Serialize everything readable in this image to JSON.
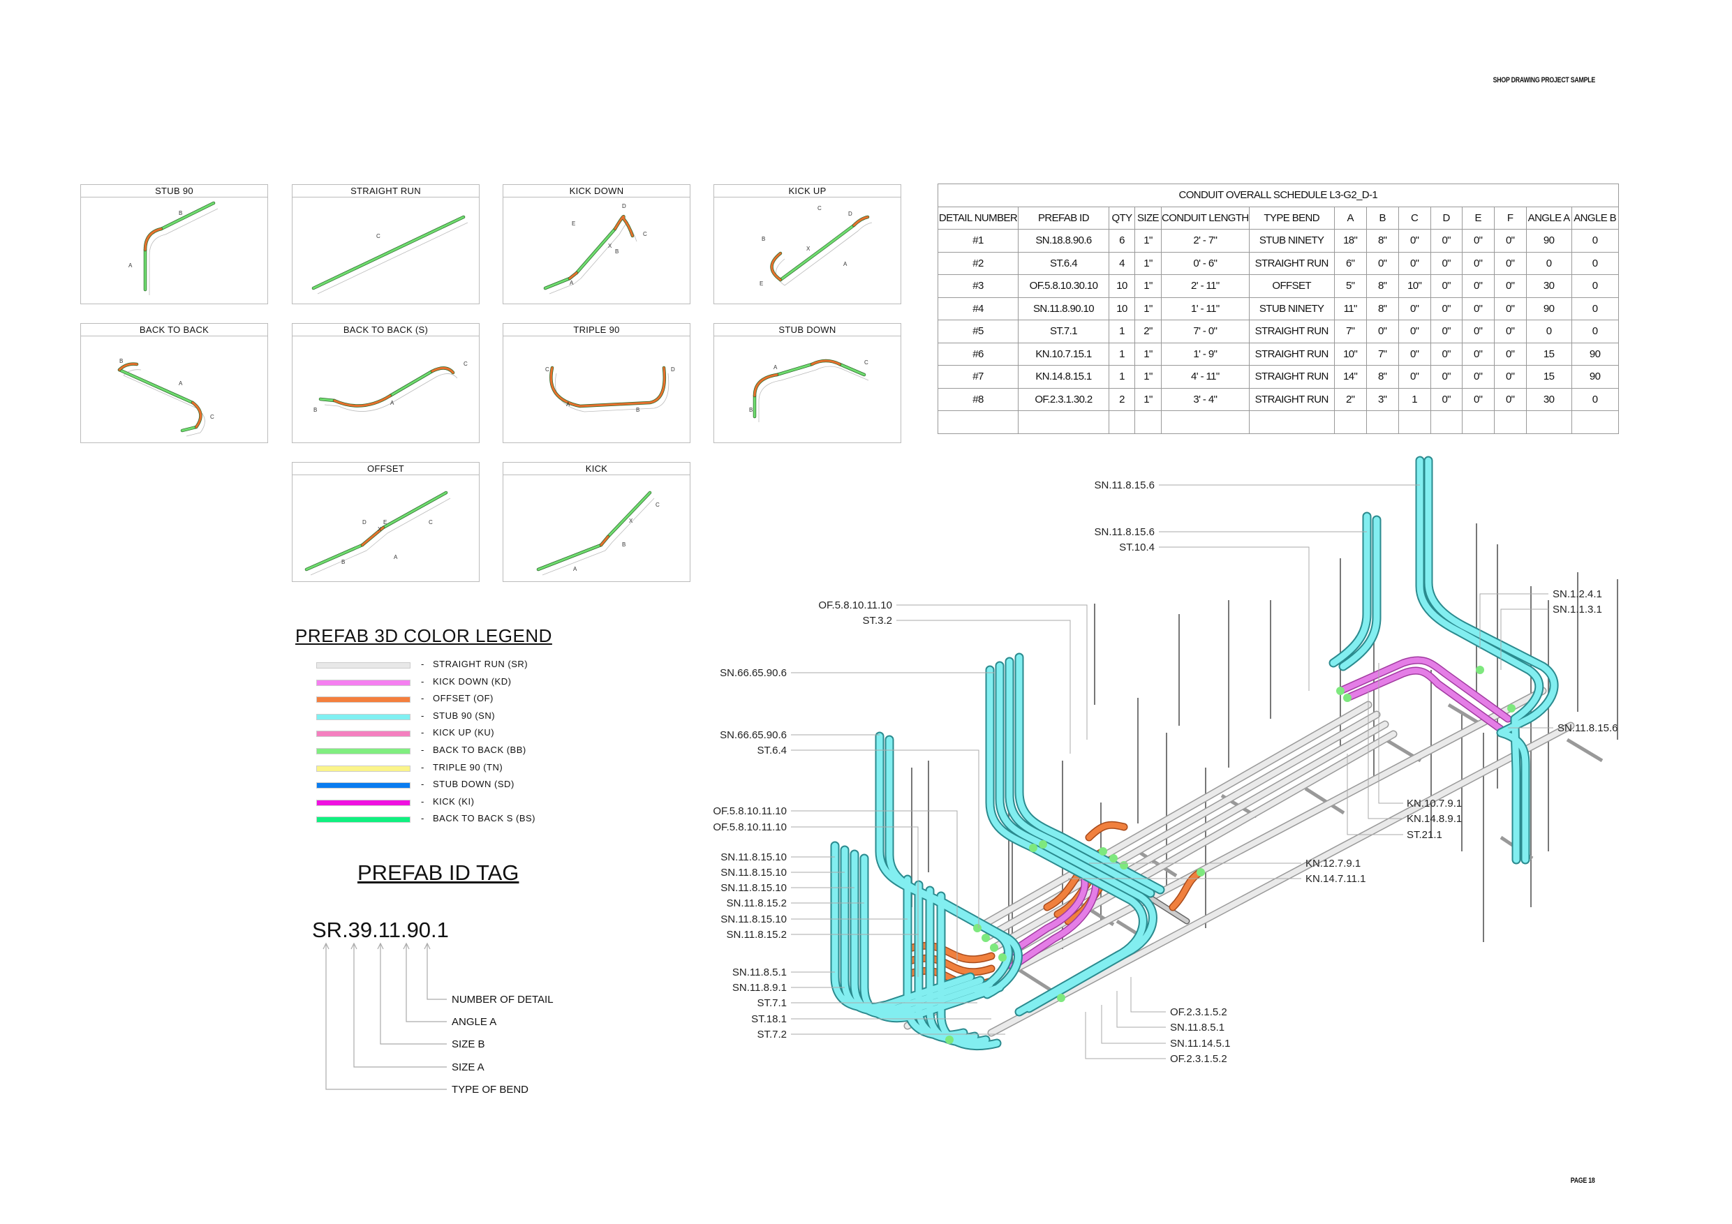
{
  "header": {
    "project": "SHOP DRAWING PROJECT SAMPLE",
    "page": "PAGE 18"
  },
  "thumbnails": [
    {
      "title": "STUB 90",
      "dims": [
        "A",
        "B"
      ]
    },
    {
      "title": "STRAIGHT RUN",
      "dims": [
        "C"
      ]
    },
    {
      "title": "KICK DOWN",
      "dims": [
        "D",
        "E",
        "C",
        "X",
        "B",
        "A"
      ]
    },
    {
      "title": "KICK UP",
      "dims": [
        "C",
        "D",
        "B",
        "X",
        "E",
        "A"
      ]
    },
    {
      "title": "BACK TO BACK",
      "dims": [
        "B",
        "A",
        "C"
      ]
    },
    {
      "title": "BACK TO BACK (S)",
      "dims": [
        "C",
        "B",
        "A"
      ]
    },
    {
      "title": "TRIPLE 90",
      "dims": [
        "C",
        "D",
        "A",
        "B"
      ]
    },
    {
      "title": "STUB DOWN",
      "dims": [
        "A",
        "C",
        "B"
      ]
    },
    {
      "title": "OFFSET",
      "dims": [
        "D",
        "E",
        "C",
        "X",
        "B",
        "A"
      ]
    },
    {
      "title": "KICK",
      "dims": [
        "C",
        "X",
        "B",
        "A"
      ]
    }
  ],
  "schedule": {
    "title": "CONDUIT OVERALL SCHEDULE L3-G2_D-1",
    "columns": [
      "DETAIL NUMBER",
      "PREFAB ID",
      "QTY",
      "SIZE",
      "CONDUIT LENGTH",
      "TYPE BEND",
      "A",
      "B",
      "C",
      "D",
      "E",
      "F",
      "ANGLE A",
      "ANGLE B"
    ],
    "rows": [
      [
        "#1",
        "SN.18.8.90.6",
        "6",
        "1\"",
        "2' - 7\"",
        "STUB NINETY",
        "18\"",
        "8\"",
        "0\"",
        "0\"",
        "0\"",
        "0\"",
        "90",
        "0"
      ],
      [
        "#2",
        "ST.6.4",
        "4",
        "1\"",
        "0' - 6\"",
        "STRAIGHT RUN",
        "6\"",
        "0\"",
        "0\"",
        "0\"",
        "0\"",
        "0\"",
        "0",
        "0"
      ],
      [
        "#3",
        "OF.5.8.10.30.10",
        "10",
        "1\"",
        "2' - 11\"",
        "OFFSET",
        "5\"",
        "8\"",
        "10\"",
        "0\"",
        "0\"",
        "0\"",
        "30",
        "0"
      ],
      [
        "#4",
        "SN.11.8.90.10",
        "10",
        "1\"",
        "1' - 11\"",
        "STUB NINETY",
        "11\"",
        "8\"",
        "0\"",
        "0\"",
        "0\"",
        "0\"",
        "90",
        "0"
      ],
      [
        "#5",
        "ST.7.1",
        "1",
        "2\"",
        "7' - 0\"",
        "STRAIGHT RUN",
        "7\"",
        "0\"",
        "0\"",
        "0\"",
        "0\"",
        "0\"",
        "0",
        "0"
      ],
      [
        "#6",
        "KN.10.7.15.1",
        "1",
        "1\"",
        "1' - 9\"",
        "STRAIGHT RUN",
        "10\"",
        "7\"",
        "0\"",
        "0\"",
        "0\"",
        "0\"",
        "15",
        "90"
      ],
      [
        "#7",
        "KN.14.8.15.1",
        "1",
        "1\"",
        "4' - 11\"",
        "STRAIGHT RUN",
        "14\"",
        "8\"",
        "0\"",
        "0\"",
        "0\"",
        "0\"",
        "15",
        "90"
      ],
      [
        "#8",
        "OF.2.3.1.30.2",
        "2",
        "1\"",
        "3' - 4\"",
        "STRAIGHT RUN",
        "2\"",
        "3\"",
        "1",
        "0\"",
        "0\"",
        "0\"",
        "30",
        "0"
      ],
      [
        "",
        "",
        "",
        "",
        "",
        "",
        "",
        "",
        "",
        "",
        "",
        "",
        "",
        ""
      ]
    ]
  },
  "legend": {
    "title": "PREFAB 3D COLOR LEGEND",
    "items": [
      {
        "label": "STRAIGHT RUN (SR)",
        "color": "#e8e8e8"
      },
      {
        "label": "KICK DOWN (KD)",
        "color": "#f57ff0"
      },
      {
        "label": "OFFSET (OF)",
        "color": "#f47f3e"
      },
      {
        "label": "STUB 90 (SN)",
        "color": "#80f0f2"
      },
      {
        "label": "KICK UP (KU)",
        "color": "#f47fbf"
      },
      {
        "label": "BACK TO BACK (BB)",
        "color": "#80ee80"
      },
      {
        "label": "TRIPLE 90 (TN)",
        "color": "#fbf48a"
      },
      {
        "label": "STUB DOWN (SD)",
        "color": "#0a7cf0"
      },
      {
        "label": "KICK (KI)",
        "color": "#f010e0"
      },
      {
        "label": "BACK TO BACK S (BS)",
        "color": "#10f080"
      }
    ]
  },
  "id_tag": {
    "title": "PREFAB ID TAG",
    "example": "SR.39.11.90.1",
    "parts": [
      "NUMBER OF DETAIL",
      "ANGLE A",
      "SIZE B",
      "SIZE A",
      "TYPE OF BEND"
    ]
  },
  "iso_labels": {
    "top": [
      "SN.11.8.15.6",
      "SN.11.8.15.6",
      "ST.10.4",
      "OF.5.8.10.11.10",
      "ST.3.2"
    ],
    "left": [
      "SN.66.65.90.6",
      "SN.66.65.90.6",
      "ST.6.4",
      "OF.5.8.10.11.10",
      "OF.5.8.10.11.10",
      "SN.11.8.15.10",
      "SN.11.8.15.10",
      "SN.11.8.15.10",
      "SN.11.8.15.2",
      "SN.11.8.15.10",
      "SN.11.8.15.2",
      "SN.11.8.5.1",
      "SN.11.8.9.1",
      "ST.7.1",
      "ST.18.1",
      "ST.7.2"
    ],
    "bottom": [
      "OF.2.3.1.5.2",
      "SN.11.8.5.1",
      "SN.11.14.5.1",
      "OF.2.3.1.5.2"
    ],
    "mid": [
      "KN.12.7.9.1",
      "KN.14.7.11.1"
    ],
    "right_mid": [
      "KN.10.7.9.1",
      "KN.14.8.9.1",
      "ST.21.1"
    ],
    "right": [
      "SN.1.2.4.1",
      "SN.1.1.3.1",
      "SN.11.8.15.6"
    ]
  }
}
